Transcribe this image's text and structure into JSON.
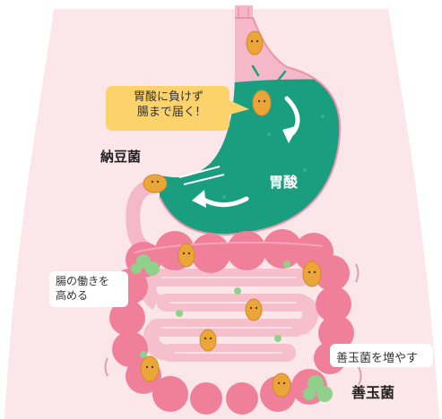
{
  "callout": {
    "line1": "胃酸に負けず",
    "line2": "腸まで届く!"
  },
  "labels": {
    "natto_bacteria": "納豆菌",
    "stomach_acid": "胃酸",
    "intestine_line1": "腸の働きを",
    "intestine_line2": "高める",
    "increase_good_bacteria": "善玉菌を増やす",
    "good_bacteria": "善玉菌"
  },
  "colors": {
    "background_torso": "#fbe6ea",
    "stomach_wall": "#f5b8c8",
    "stomach_acid": "#1a9e80",
    "callout_bubble": "#fbd36a",
    "large_intestine": "#f07f9a",
    "small_intestine": "#f6bfcc",
    "natto_bacteria": "#eba63a",
    "good_bacteria": "#8fd18a"
  }
}
